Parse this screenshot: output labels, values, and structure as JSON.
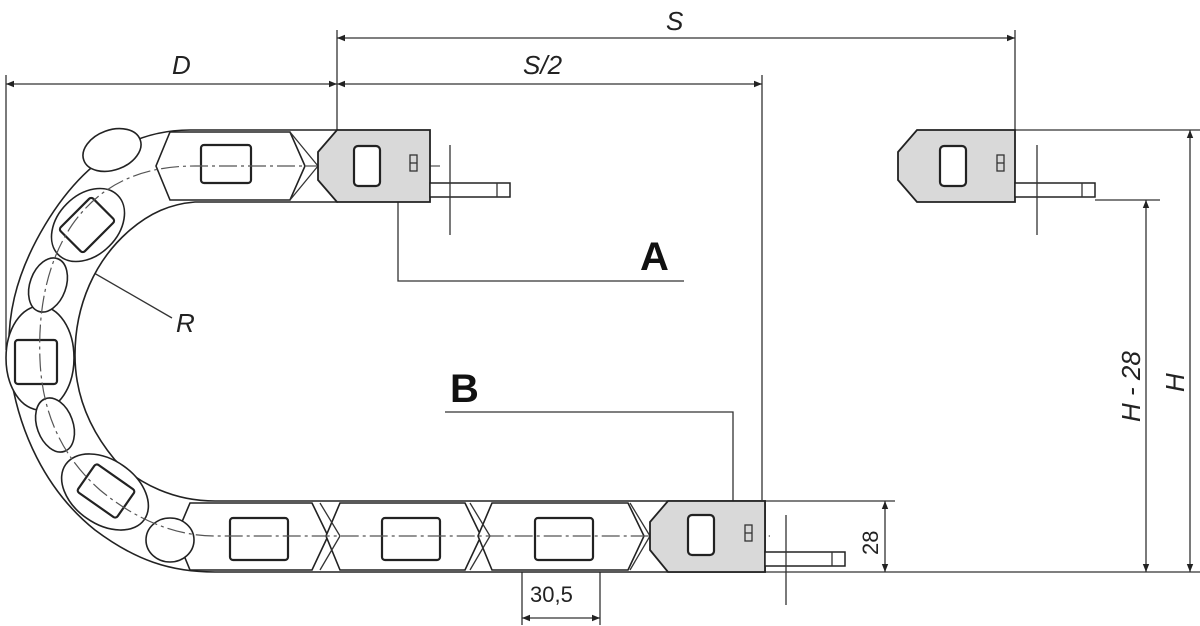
{
  "dimensions": {
    "stroke_length": "S",
    "half_stroke": "S/2",
    "offset": "D",
    "bend_radius": "R",
    "height": "H",
    "height_reduced": "H - 28",
    "link_height": "28",
    "pitch": "30,5"
  },
  "labels": {
    "fixed_point": "A",
    "moving_end": "B"
  },
  "colors": {
    "line": "#222222",
    "bracket_fill": "#d9d9d9",
    "background": "#ffffff"
  }
}
